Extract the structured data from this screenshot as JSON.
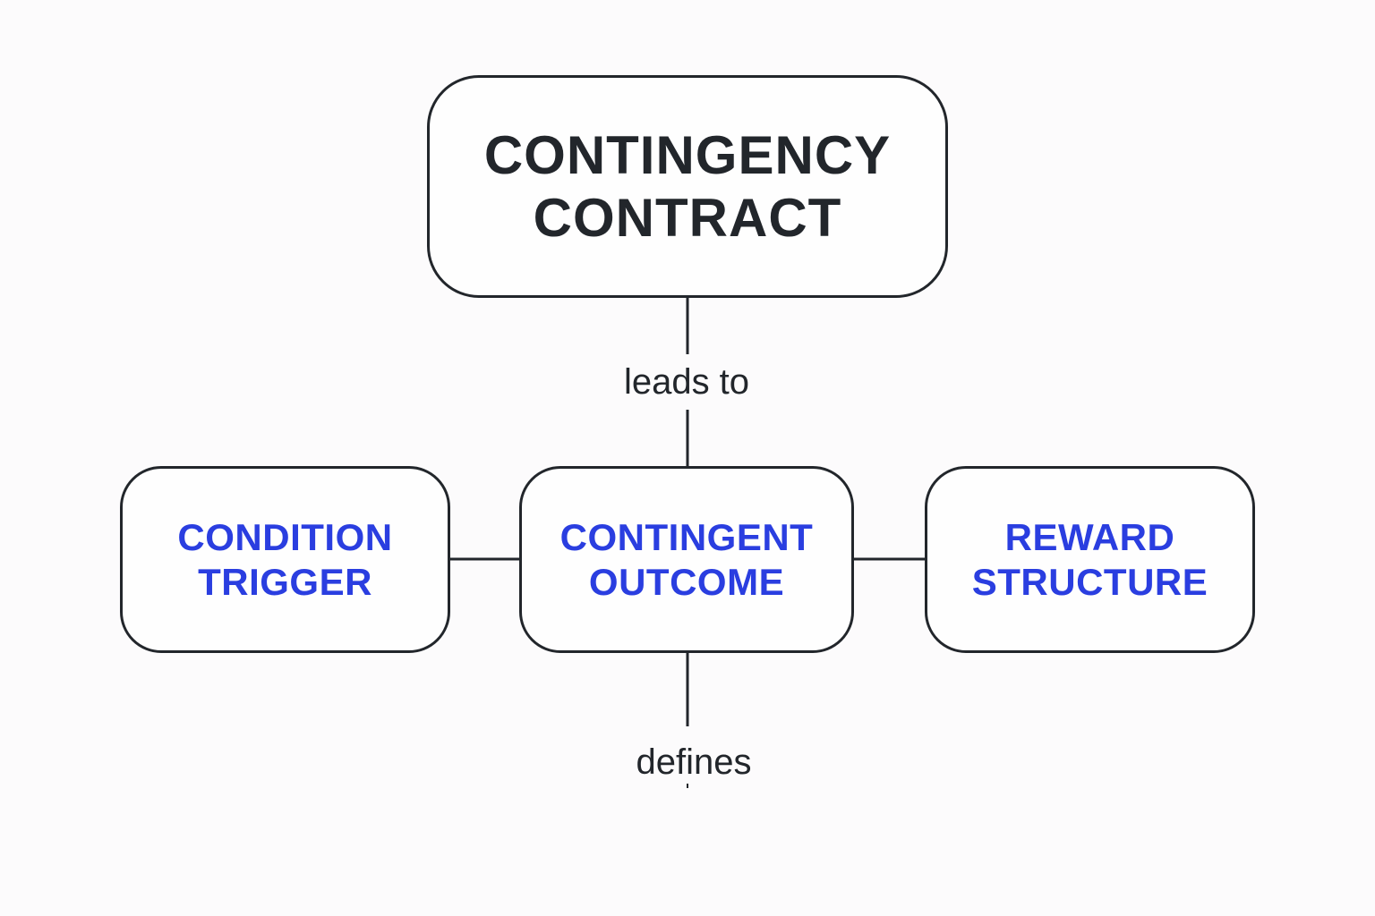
{
  "colors": {
    "background": "#fcfbfc",
    "border": "#22262b",
    "main_text": "#22262b",
    "accent_text": "#2a3ee0",
    "label_text": "#22262b"
  },
  "nodes": {
    "main": {
      "line1": "CONTINGENCY",
      "line2": "CONTRACT"
    },
    "left": {
      "line1": "CONDITION",
      "line2": "TRIGGER"
    },
    "center": {
      "line1": "CONTINGENT",
      "line2": "OUTCOME"
    },
    "right": {
      "line1": "REWARD",
      "line2": "STRUCTURE"
    }
  },
  "edge_labels": {
    "top": "leads to",
    "bottom": "defines"
  }
}
